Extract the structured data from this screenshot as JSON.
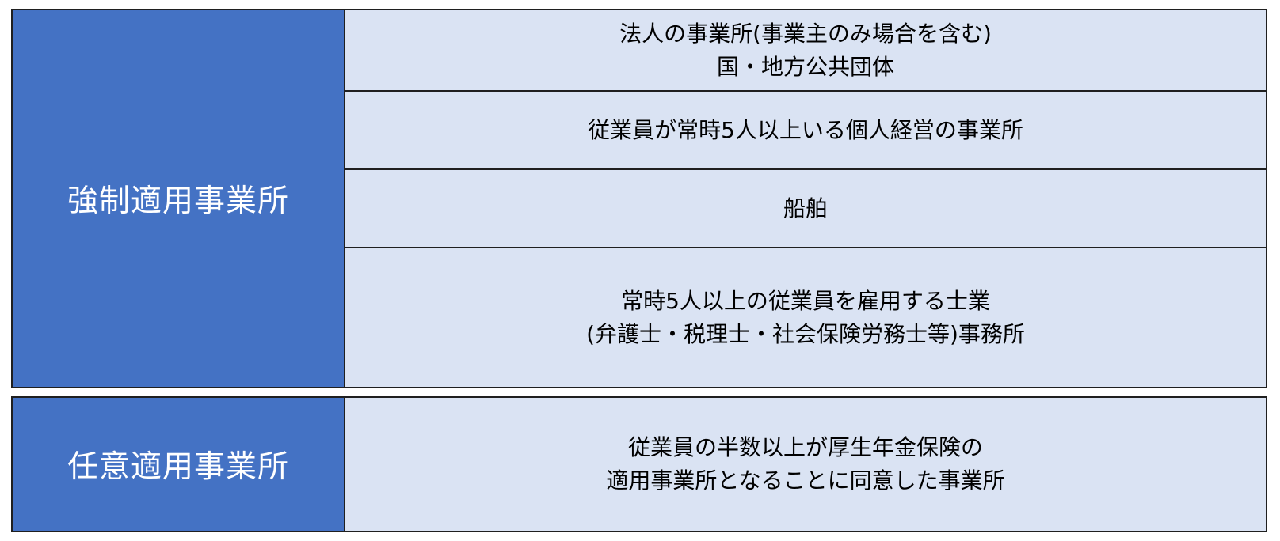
{
  "mandatory": {
    "category": "強制適用事業所",
    "rows": [
      {
        "lines": [
          "法人の事業所(事業主のみ場合を含む)",
          "国・地方公共団体"
        ]
      },
      {
        "lines": [
          "従業員が常時5人以上いる個人経営の事業所"
        ]
      },
      {
        "lines": [
          "船舶"
        ]
      },
      {
        "lines": [
          "常時5人以上の従業員を雇用する士業",
          "(弁護士・税理士・社会保険労務士等)事務所"
        ]
      }
    ]
  },
  "voluntary": {
    "category": "任意適用事業所",
    "rows": [
      {
        "lines": [
          "従業員の半数以上が厚生年金保険の",
          "適用事業所となることに同意した事業所"
        ]
      }
    ]
  },
  "colors": {
    "category_bg": "#4472c4",
    "cell_bg": "#dae3f3",
    "border": "#1f1f1f"
  }
}
